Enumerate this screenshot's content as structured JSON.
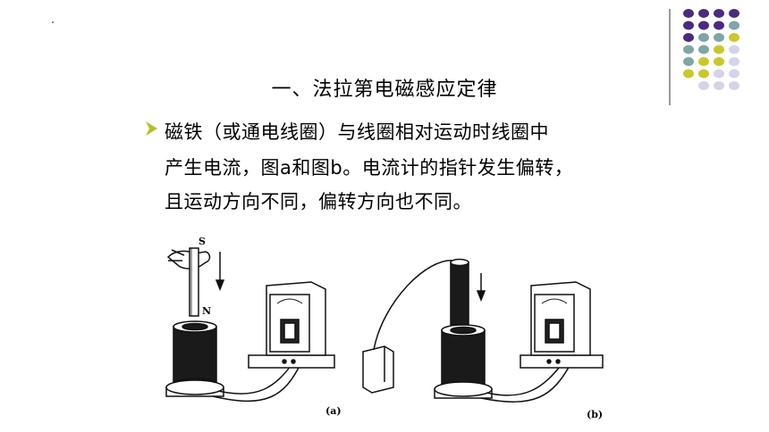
{
  "title": "一、法拉第电磁感应定律",
  "body": {
    "lines": [
      "磁铁（或通电线圈）与线圈相对运动时线圈中",
      "产生电流，图a和图b。电流计的指针发生偏转，",
      "且运动方向不同，偏转方向也不同。"
    ]
  },
  "figure": {
    "label_s": "S",
    "label_n": "N",
    "caption_a": "(a)",
    "caption_b": "(b)"
  },
  "colors": {
    "purple": "#4a2b7e",
    "teal": "#7fa5a6",
    "yellow": "#c8c82a",
    "lavender": "#d5d3e8",
    "bullet": "#b9bf22"
  },
  "decoration": {
    "dot_grid": [
      [
        "purple",
        "purple",
        "purple",
        "purple"
      ],
      [
        "purple",
        "purple",
        "purple",
        "teal"
      ],
      [
        "purple",
        "teal",
        "teal",
        "yellow"
      ],
      [
        "teal",
        "teal",
        "yellow",
        "lavender"
      ],
      [
        "teal",
        "yellow",
        "yellow",
        "lavender"
      ],
      [
        "yellow",
        "yellow",
        "lavender",
        "lavender"
      ],
      [
        "",
        "lavender",
        "lavender",
        "lavender"
      ]
    ]
  }
}
